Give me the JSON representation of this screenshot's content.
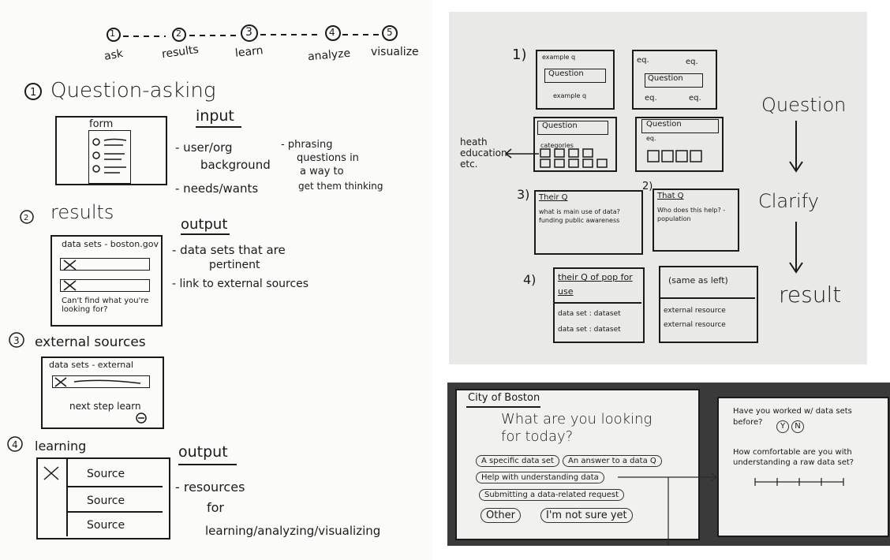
{
  "left": {
    "timeline": [
      "ask",
      "results",
      "learn",
      "analyze",
      "visualize"
    ],
    "timeline_nums": [
      "1",
      "2",
      "3",
      "4",
      "5"
    ],
    "s1_title": "Question-asking",
    "s1_form_label": "form",
    "s1_input_head": "input",
    "s1_input_a": "- user/org",
    "s1_input_a2": "background",
    "s1_input_b": "- needs/wants",
    "s1_note_1": "- phrasing",
    "s1_note_2": "questions in",
    "s1_note_3": "a way to",
    "s1_note_4": "get them thinking",
    "s2_title": "results",
    "s2_box_title": "data sets - boston.gov",
    "s2_box_foot": "Can't find what you're looking for?",
    "s2_output_head": "output",
    "s2_out_a": "- data sets that are",
    "s2_out_a2": "pertinent",
    "s2_out_b": "- link to external sources",
    "s3_title": "external sources",
    "s3_box_title": "data sets - external",
    "s3_box_foot": "next step learn",
    "s4_title": "learning",
    "s4_rows": [
      "Source",
      "Source",
      "Source"
    ],
    "s4_output_head": "output",
    "s4_out_a": "- resources",
    "s4_out_b": "for",
    "s4_out_c": "learning/analyzing/visualizing"
  },
  "topright": {
    "n1": "1)",
    "example_q": "example q",
    "question": "Question",
    "eq": "eq.",
    "categories": "categories",
    "side_note": "heath education etc.",
    "n3": "3)",
    "their_q": "Their Q",
    "q3_text": "what is main use of data? funding public awareness",
    "n2": "2)",
    "that_q": "That Q",
    "q2_text": "Who does this help? - population",
    "n4": "4)",
    "q4_title": "their Q of pop for use",
    "dataset": "data set : dataset",
    "same_as_left": "(same as left)",
    "ext_res": "external resource",
    "flow": [
      "Question",
      "Clarify",
      "result"
    ]
  },
  "botright": {
    "city": "City of Boston",
    "headline": "What are you looking for today?",
    "pills": [
      "A specific data set",
      "An answer to a data Q",
      "Help with understanding data",
      "Submitting a data-related request",
      "Other",
      "I'm not sure yet"
    ],
    "q1": "Have you worked w/ data sets before?",
    "y": "Y",
    "n": "N",
    "q2": "How comfortable are you with understanding a raw data set?"
  }
}
